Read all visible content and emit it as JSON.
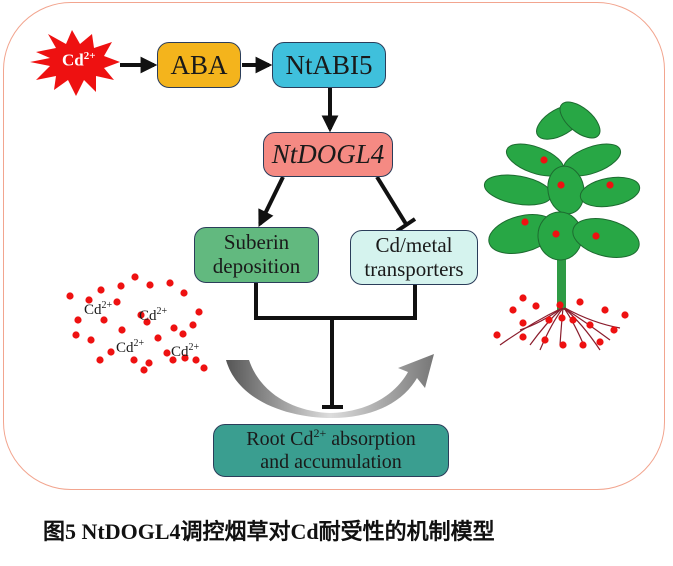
{
  "diagram": {
    "stimulus": {
      "label": "Cd",
      "superscript": "2+",
      "icon": "starburst-icon",
      "color": "#ee1111"
    },
    "nodes": {
      "aba": {
        "label": "ABA",
        "color": "#f4b41c"
      },
      "ntabi5": {
        "label": "NtABI5",
        "color": "#3fc0dc"
      },
      "ntdogl4": {
        "label": "NtDOGL4",
        "color": "#f58a83"
      },
      "suberin": {
        "line1": "Suberin",
        "line2": "deposition",
        "color": "#62b97f"
      },
      "cd_transporters": {
        "line1": "Cd/metal",
        "line2": "transporters",
        "color": "#d5f3ee"
      },
      "root_outcome": {
        "line1_pre": "Root Cd",
        "line1_sup": "2+",
        "line1_post": " absorption",
        "line2": "and accumulation",
        "color": "#3a9e90"
      }
    },
    "edges": [
      {
        "from": "Cd2+",
        "to": "ABA",
        "type": "activation"
      },
      {
        "from": "ABA",
        "to": "NtABI5",
        "type": "activation"
      },
      {
        "from": "NtABI5",
        "to": "NtDOGL4",
        "type": "activation"
      },
      {
        "from": "NtDOGL4",
        "to": "Suberin deposition",
        "type": "activation"
      },
      {
        "from": "NtDOGL4",
        "to": "Cd/metal transporters",
        "type": "inhibition"
      },
      {
        "from": "Suberin deposition + Cd/metal transporters",
        "to": "Root Cd2+ absorption and accumulation",
        "type": "inhibition"
      }
    ],
    "soil_ions": [
      {
        "label": "Cd",
        "sup": "2+"
      },
      {
        "label": "Cd",
        "sup": "2+"
      },
      {
        "label": "Cd",
        "sup": "2+"
      },
      {
        "label": "Cd",
        "sup": "2+"
      }
    ],
    "illustrations": [
      "tobacco-plant-icon",
      "curved-uptake-arrow-icon"
    ],
    "frame_color": "#f2a58f",
    "ion_dot_color": "#ee1111"
  },
  "caption": "图5 NtDOGL4调控烟草对Cd耐受性的机制模型"
}
